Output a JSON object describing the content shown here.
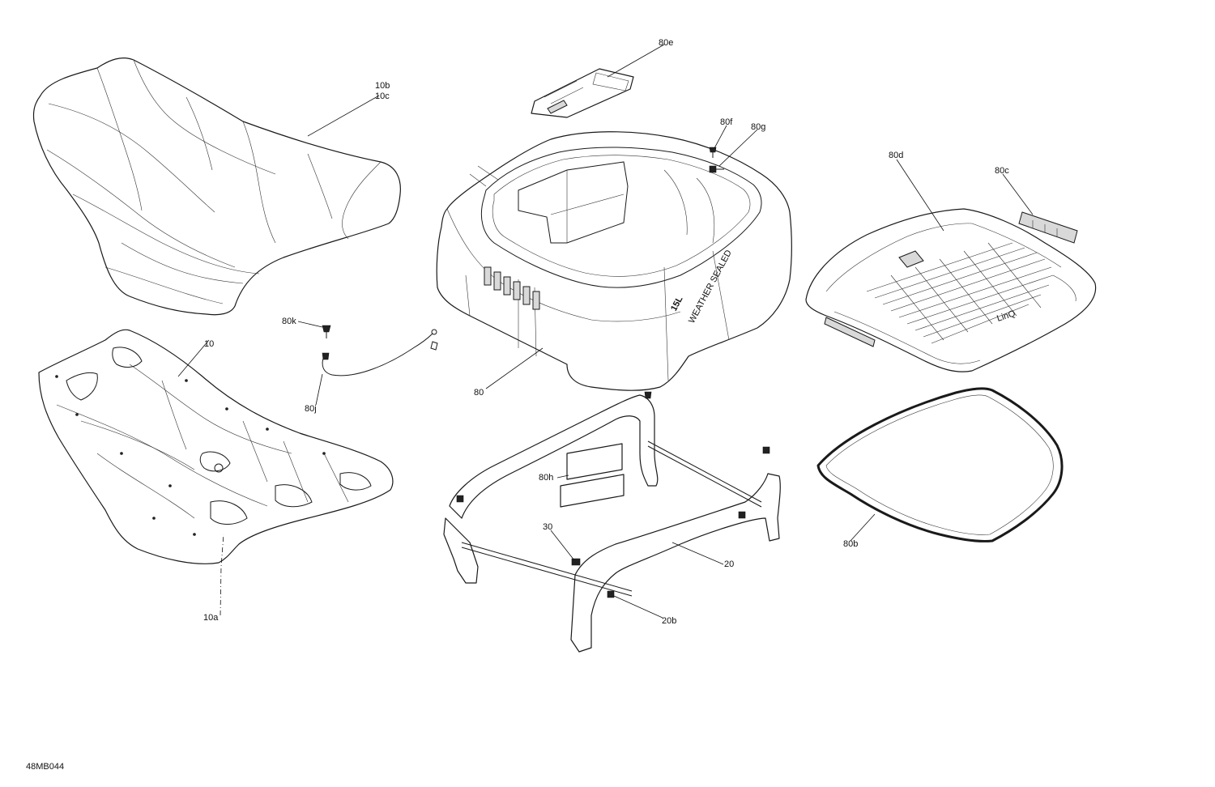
{
  "diagram_id": "48MB044",
  "labels": {
    "p10b": "10b",
    "p10c": "10c",
    "p10": "10",
    "p10a": "10a",
    "p80k": "80k",
    "p80j": "80j",
    "p80": "80",
    "p80e": "80e",
    "p80f": "80f",
    "p80g": "80g",
    "p80d": "80d",
    "p80c": "80c",
    "p80h": "80h",
    "p30": "30",
    "p20": "20",
    "p20b": "20b",
    "p80b": "80b"
  },
  "decals": {
    "box_capacity": "15L",
    "box_subtitle": "WEATHER SEALED",
    "lid_badge": "LinQ"
  }
}
